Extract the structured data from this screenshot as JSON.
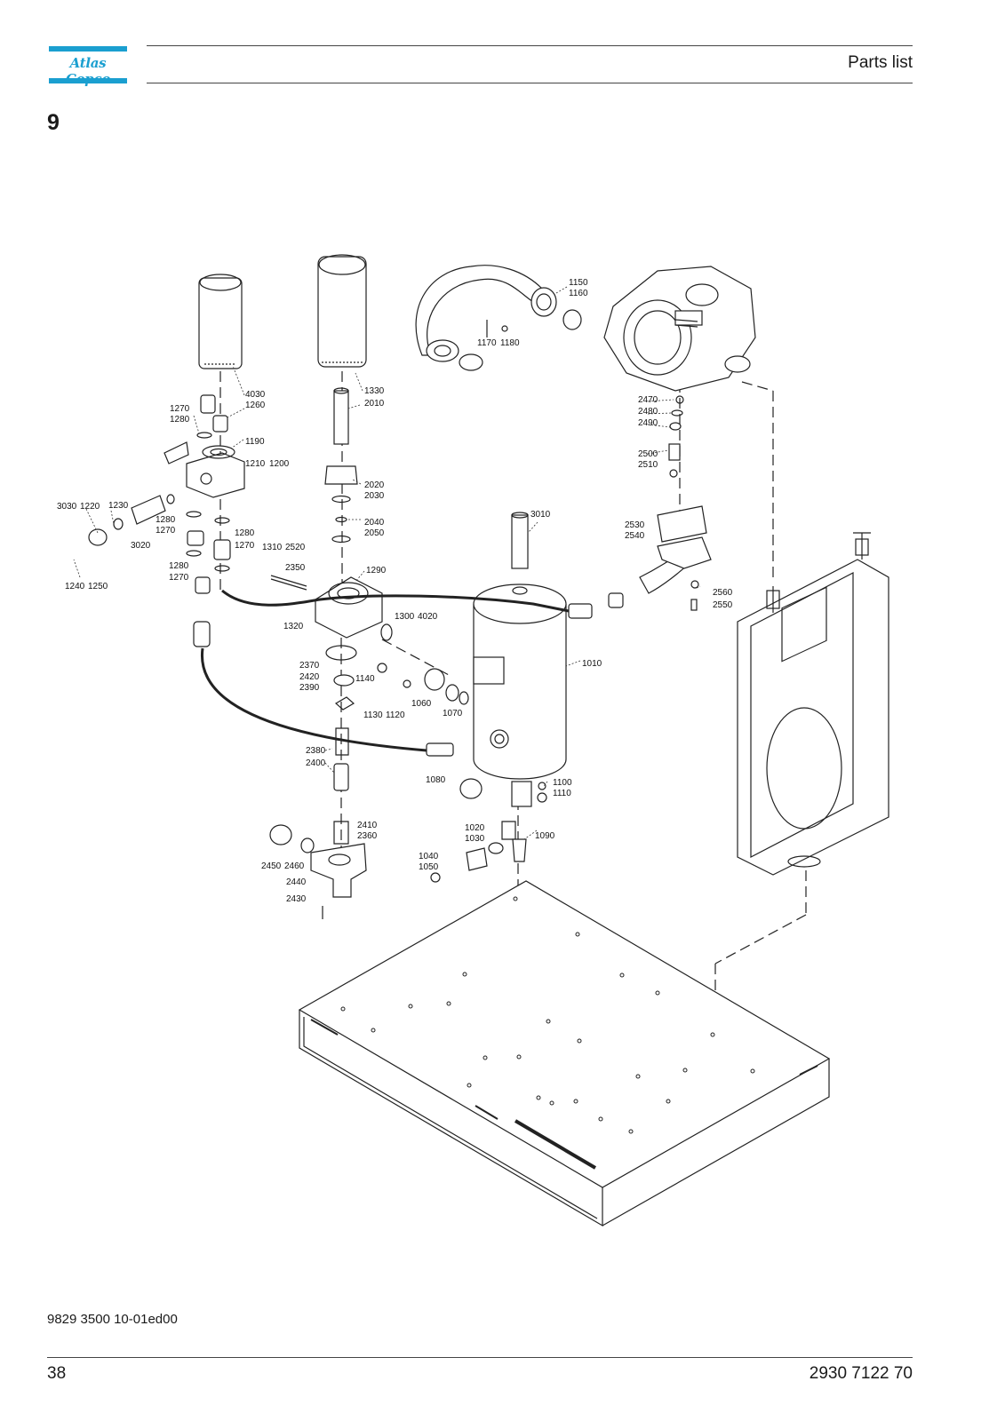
{
  "header": {
    "brand": "Atlas Copco",
    "title": "Parts list"
  },
  "section_number": "9",
  "callouts": [
    {
      "id": "c4030",
      "text": "4030"
    },
    {
      "id": "c1260",
      "text": "1260"
    },
    {
      "id": "c1270a",
      "text": "1270"
    },
    {
      "id": "c1280a",
      "text": "1280"
    },
    {
      "id": "c1190",
      "text": "1190"
    },
    {
      "id": "c1210",
      "text": "1210"
    },
    {
      "id": "c1200",
      "text": "1200"
    },
    {
      "id": "c3030",
      "text": "3030"
    },
    {
      "id": "c1220",
      "text": "1220"
    },
    {
      "id": "c1230",
      "text": "1230"
    },
    {
      "id": "c1280b",
      "text": "1280"
    },
    {
      "id": "c1270b",
      "text": "1270"
    },
    {
      "id": "c3020",
      "text": "3020"
    },
    {
      "id": "c1280c",
      "text": "1280"
    },
    {
      "id": "c1270c",
      "text": "1270"
    },
    {
      "id": "c1280d",
      "text": "1280"
    },
    {
      "id": "c1270d",
      "text": "1270"
    },
    {
      "id": "c1240",
      "text": "1240"
    },
    {
      "id": "c1250",
      "text": "1250"
    },
    {
      "id": "c1330",
      "text": "1330"
    },
    {
      "id": "c2010",
      "text": "2010"
    },
    {
      "id": "c2020",
      "text": "2020"
    },
    {
      "id": "c2030",
      "text": "2030"
    },
    {
      "id": "c2040",
      "text": "2040"
    },
    {
      "id": "c2050",
      "text": "2050"
    },
    {
      "id": "c1310",
      "text": "1310"
    },
    {
      "id": "c2520",
      "text": "2520"
    },
    {
      "id": "c2350",
      "text": "2350"
    },
    {
      "id": "c1290",
      "text": "1290"
    },
    {
      "id": "c1320",
      "text": "1320"
    },
    {
      "id": "c1300",
      "text": "1300"
    },
    {
      "id": "c4020",
      "text": "4020"
    },
    {
      "id": "c2370",
      "text": "2370"
    },
    {
      "id": "c2420",
      "text": "2420"
    },
    {
      "id": "c2390",
      "text": "2390"
    },
    {
      "id": "c1140",
      "text": "1140"
    },
    {
      "id": "c1130",
      "text": "1130"
    },
    {
      "id": "c1120",
      "text": "1120"
    },
    {
      "id": "c1060",
      "text": "1060"
    },
    {
      "id": "c1070",
      "text": "1070"
    },
    {
      "id": "c2380",
      "text": "2380"
    },
    {
      "id": "c2400",
      "text": "2400"
    },
    {
      "id": "c1080",
      "text": "1080"
    },
    {
      "id": "c2410",
      "text": "2410"
    },
    {
      "id": "c2360",
      "text": "2360"
    },
    {
      "id": "c2450",
      "text": "2450"
    },
    {
      "id": "c2460",
      "text": "2460"
    },
    {
      "id": "c2440",
      "text": "2440"
    },
    {
      "id": "c2430",
      "text": "2430"
    },
    {
      "id": "c1150",
      "text": "1150"
    },
    {
      "id": "c1160",
      "text": "1160"
    },
    {
      "id": "c1170",
      "text": "1170"
    },
    {
      "id": "c1180",
      "text": "1180"
    },
    {
      "id": "c2470",
      "text": "2470"
    },
    {
      "id": "c2480",
      "text": "2480"
    },
    {
      "id": "c2490",
      "text": "2490"
    },
    {
      "id": "c2500",
      "text": "2500"
    },
    {
      "id": "c2510",
      "text": "2510"
    },
    {
      "id": "c3010",
      "text": "3010"
    },
    {
      "id": "c2530",
      "text": "2530"
    },
    {
      "id": "c2540",
      "text": "2540"
    },
    {
      "id": "c2560",
      "text": "2560"
    },
    {
      "id": "c2550",
      "text": "2550"
    },
    {
      "id": "c1010",
      "text": "1010"
    },
    {
      "id": "c1100",
      "text": "1100"
    },
    {
      "id": "c1110",
      "text": "1110"
    },
    {
      "id": "c1020",
      "text": "1020"
    },
    {
      "id": "c1030",
      "text": "1030"
    },
    {
      "id": "c1090",
      "text": "1090"
    },
    {
      "id": "c1040",
      "text": "1040"
    },
    {
      "id": "c1050",
      "text": "1050"
    }
  ],
  "footer": {
    "doc_code": "9829 3500 10-01ed00",
    "page_number": "38",
    "part_number": "2930 7122 70"
  }
}
